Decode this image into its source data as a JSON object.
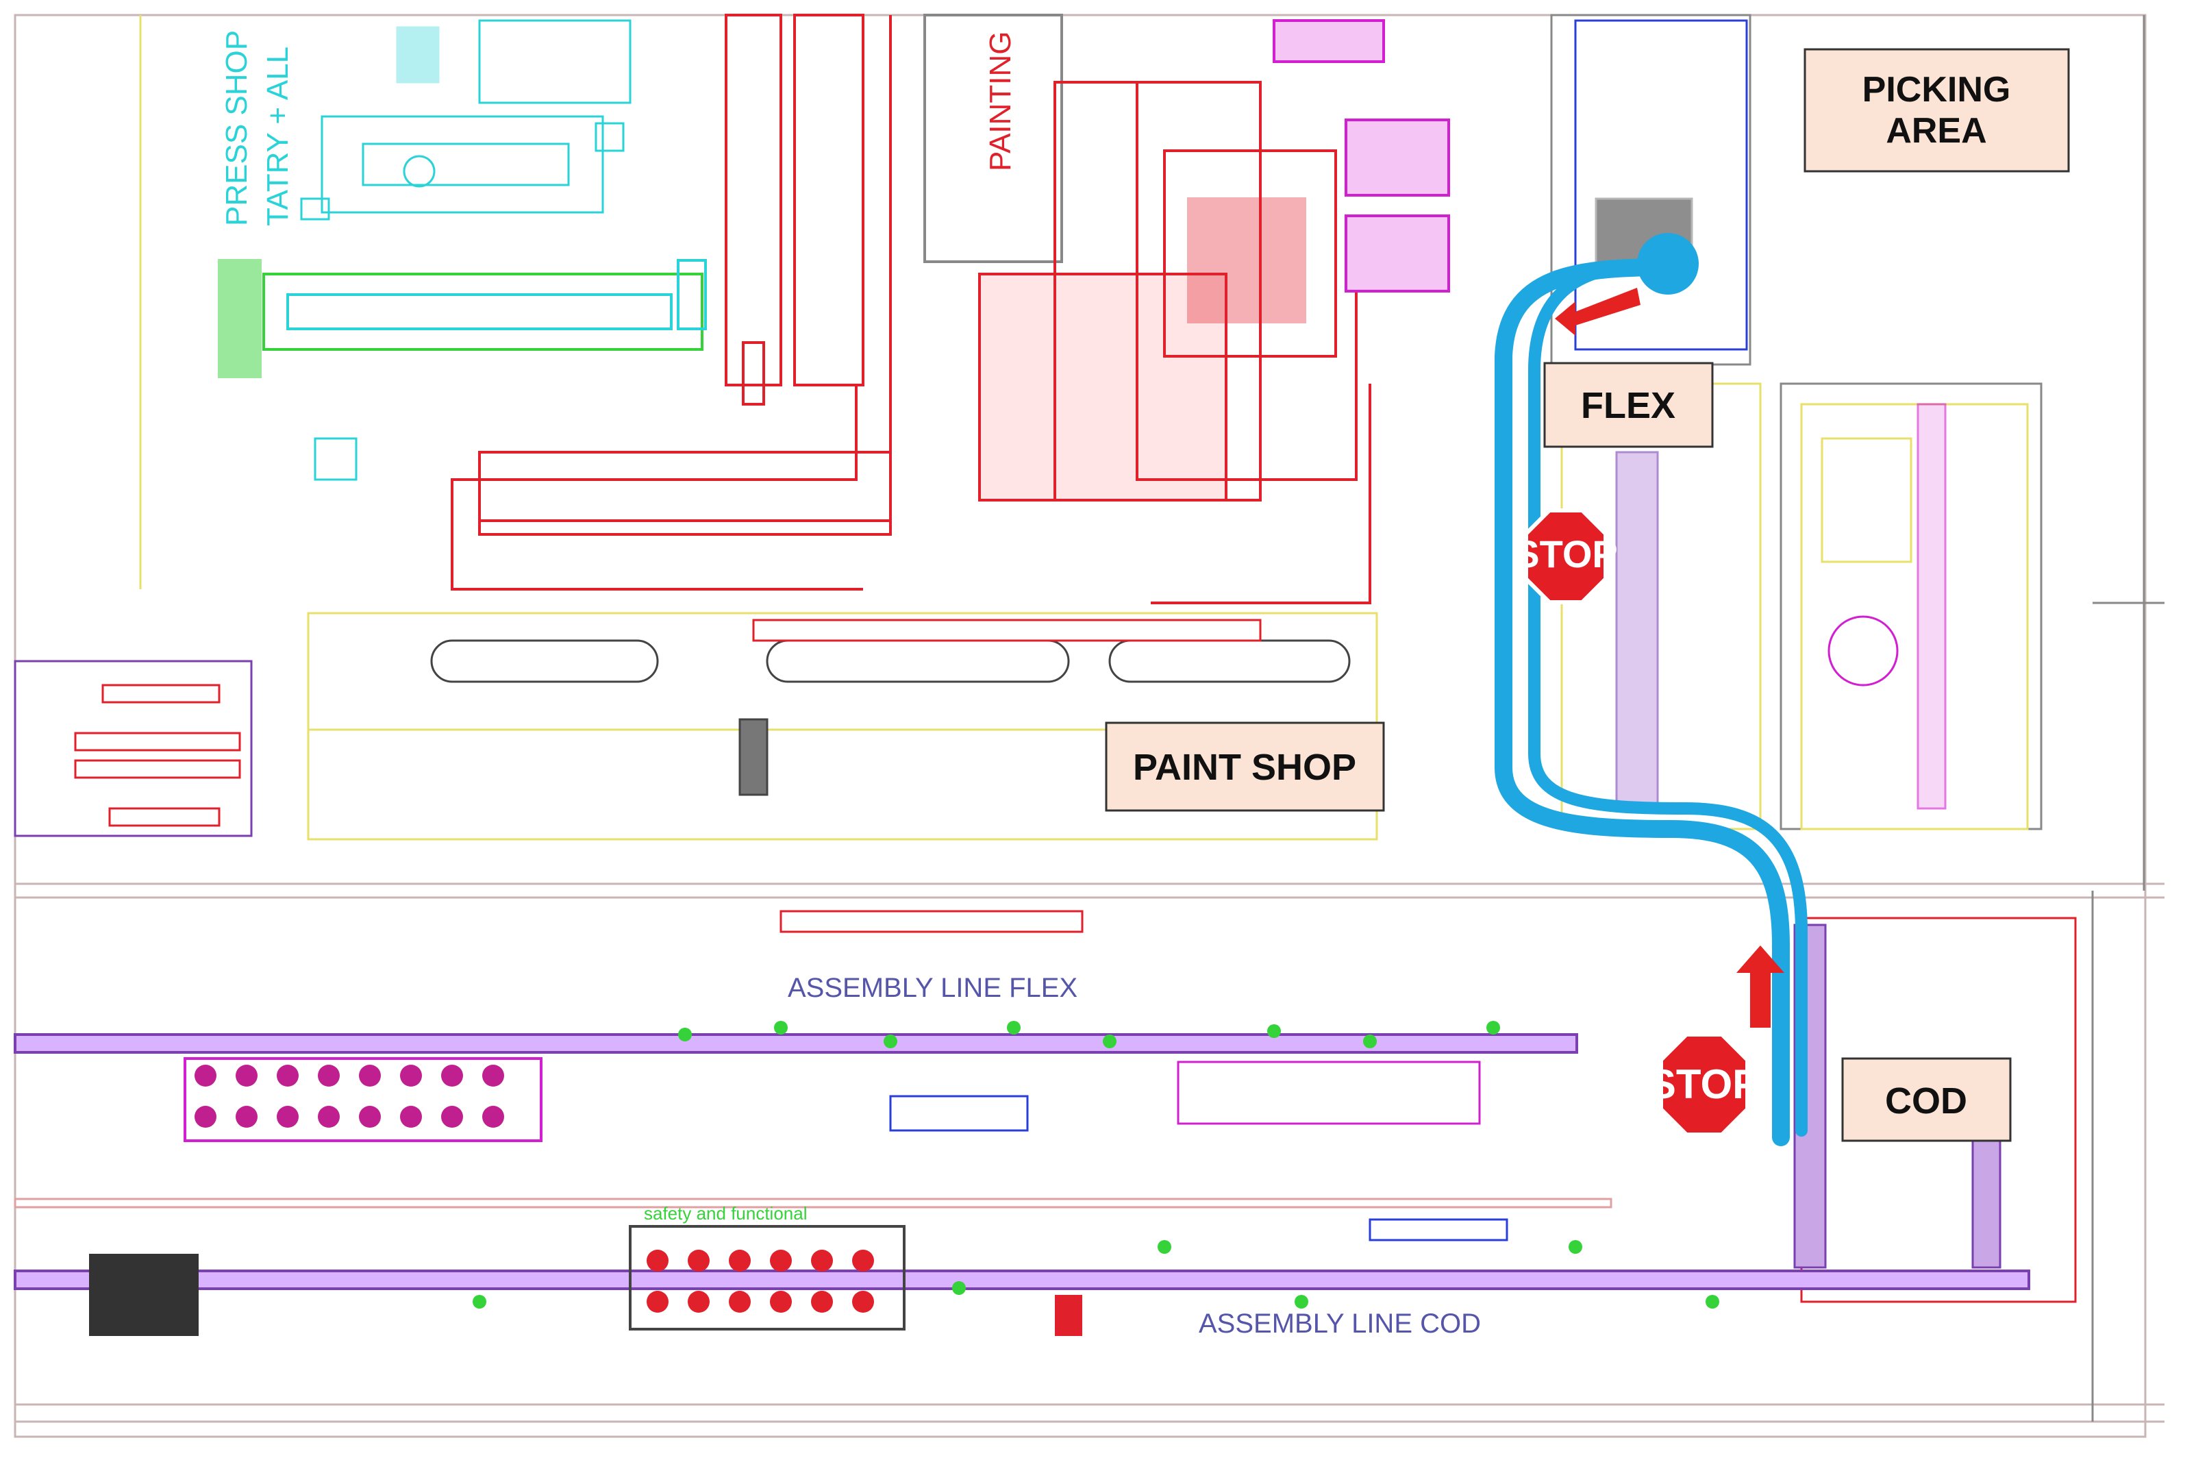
{
  "labels": {
    "picking_area_line1": "PICKING",
    "picking_area_line2": "AREA",
    "flex": "FLEX",
    "paint_shop": "PAINT SHOP",
    "cod": "COD"
  },
  "stop_signs": [
    "STOP",
    "STOP"
  ],
  "cad_text": {
    "press_shop": "PRESS SHOP",
    "tatry": "TATRY + ALL",
    "painting": "PAINTING",
    "assembly_line_flex": "ASSEMBLY LINE FLEX",
    "assembly_line_cod": "ASSEMBLY LINE COD",
    "safety": "safety and functional"
  },
  "colors": {
    "route": "#1ea7e1",
    "arrow": "#e52222",
    "stop": "#e31e24",
    "label_fill": "#fbe4d5",
    "cad_red": "#e0202a",
    "cad_magenta": "#d11fd1",
    "cad_cyan": "#2ad3d8",
    "cad_green": "#35d23a",
    "cad_yellow": "#e8e06a",
    "cad_purple": "#7a3fb0",
    "cad_blue": "#2a3fd8"
  },
  "icons": [
    "stop-sign-icon",
    "route-arrow-icon"
  ]
}
